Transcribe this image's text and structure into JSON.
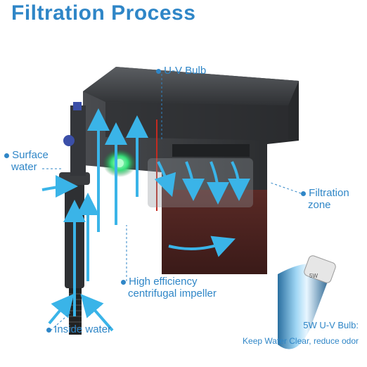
{
  "title": "Filtration Process",
  "labels": {
    "uv_bulb": "U-V Bulb",
    "surface_water_line1": "Surface",
    "surface_water_line2": "water",
    "filtration_zone_line1": "Filtration",
    "filtration_zone_line2": "zone",
    "impeller_line1": "High efficiency",
    "impeller_line2": "centrifugal impeller",
    "inside_water": "Inside water"
  },
  "bulb_spec": {
    "title": "5W U-V Bulb:",
    "description": "Keep Water Clear, reduce odor",
    "imprint": "5W"
  },
  "colors": {
    "accent": "#2f86c7",
    "uv_glow": "#36e07a",
    "housing": "#3b3d40"
  }
}
